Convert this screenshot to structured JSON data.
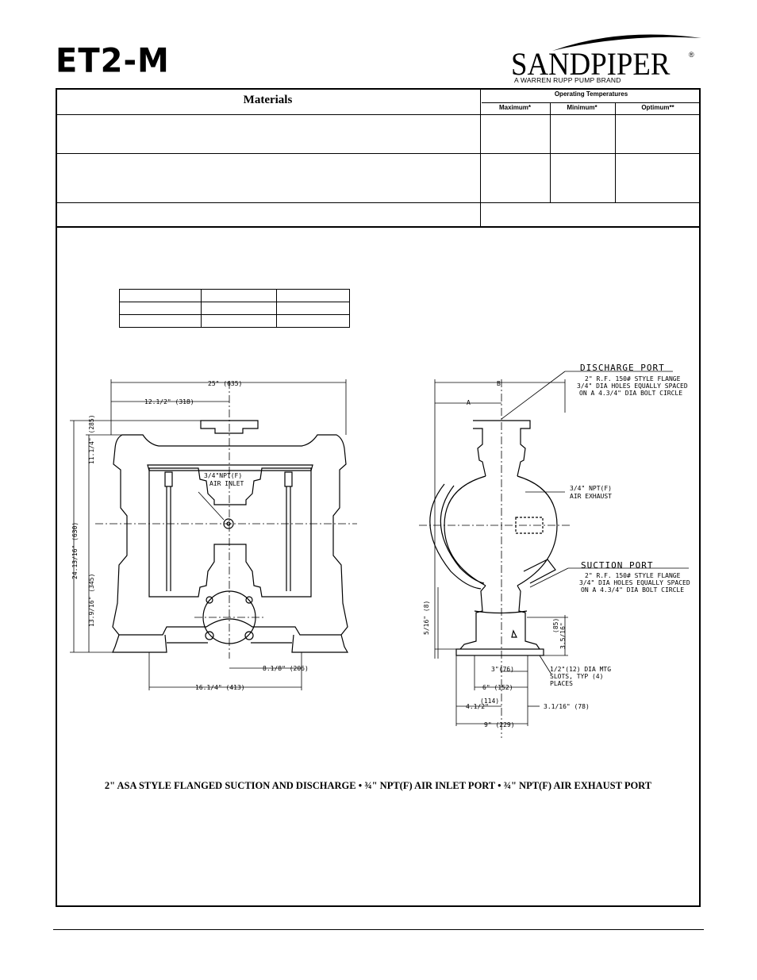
{
  "header": {
    "model": "ET2-M",
    "brand": "SANDPIPER",
    "brand_mark": "®",
    "brand_tagline": "A WARREN RUPP PUMP BRAND"
  },
  "materials_table": {
    "title": "Materials",
    "temp_group_label": "Operating Temperatures",
    "columns": [
      "Maximum*",
      "Minimum*",
      "Optimum**"
    ]
  },
  "drawing": {
    "front": {
      "dims": {
        "overall_width": "25\" (635)",
        "half_width": "12.1/2\" (318)",
        "overall_height": "24.13/16\" (630)",
        "upper_height": "11.1/4\" (285)",
        "lower_height": "13.9/16\" (345)",
        "half_base": "8.1/8\" (206)",
        "base_width": "16.1/4\" (413)"
      },
      "air_inlet_label": [
        "3/4\"NPT(F)",
        "AIR INLET"
      ]
    },
    "side": {
      "dim_a": "A",
      "dim_b": "B",
      "discharge": {
        "title": "DISCHARGE PORT",
        "lines": [
          "2\" R.F. 150# STYLE FLANGE",
          "3/4\" DIA HOLES EQUALLY SPACED",
          "ON A 4.3/4\" DIA BOLT CIRCLE"
        ]
      },
      "exhaust": [
        "3/4\" NPT(F)",
        "AIR EXHAUST"
      ],
      "suction": {
        "title": "SUCTION PORT",
        "lines": [
          "2\" R.F. 150# STYLE FLANGE",
          "3/4\" DIA HOLES EQUALLY SPACED",
          "ON A 4.3/4\" DIA BOLT CIRCLE"
        ]
      },
      "dims": {
        "base_thick": "5/16\" (8)",
        "suction_height_in": "3.5/16\"",
        "suction_height_mm": "(85)",
        "d3": "3\"(76)",
        "d6": "6\" (152)",
        "d412_in": "4.1/2\"",
        "d412_mm": "(114)",
        "d3116": "3.1/16\" (78)",
        "d9": "9\" (229)"
      },
      "slots": [
        "1/2\"(12) DIA MTG",
        "SLOTS, TYP (4)",
        "PLACES"
      ]
    }
  },
  "ports_caption": "2\" ASA STYLE FLANGED SUCTION AND DISCHARGE  •  ¾\" NPT(F) AIR INLET PORT  •  ¾\" NPT(F) AIR EXHAUST PORT"
}
